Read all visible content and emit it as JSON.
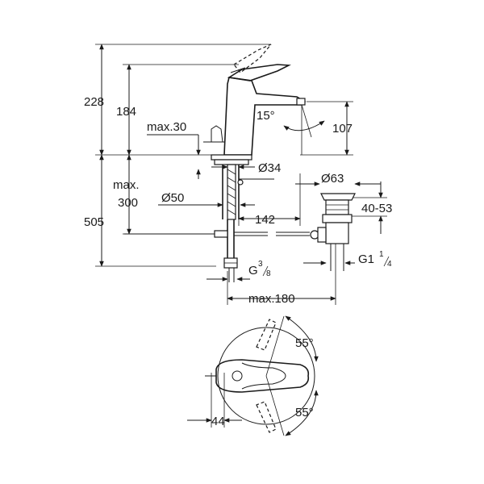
{
  "dimensions": {
    "total_height": "228",
    "spout_height": "184",
    "max_30": "max.30",
    "angle_spout": "15°",
    "spout_drop": "107",
    "dia_34": "Ø34",
    "dia_63": "Ø63",
    "max_label": "max.",
    "max_300": "300",
    "dia_50": "Ø50",
    "reach_142": "142",
    "waste_range": "40-53",
    "base_505": "505",
    "thread_g38_main": "G",
    "thread_g38_num": "3",
    "thread_g38_den": "8",
    "thread_g114_main": "G1",
    "thread_g114_num": "1",
    "thread_g114_den": "4",
    "max_180": "max.180",
    "angle_top": "55°",
    "angle_bottom": "55°",
    "offset_44": "44"
  }
}
